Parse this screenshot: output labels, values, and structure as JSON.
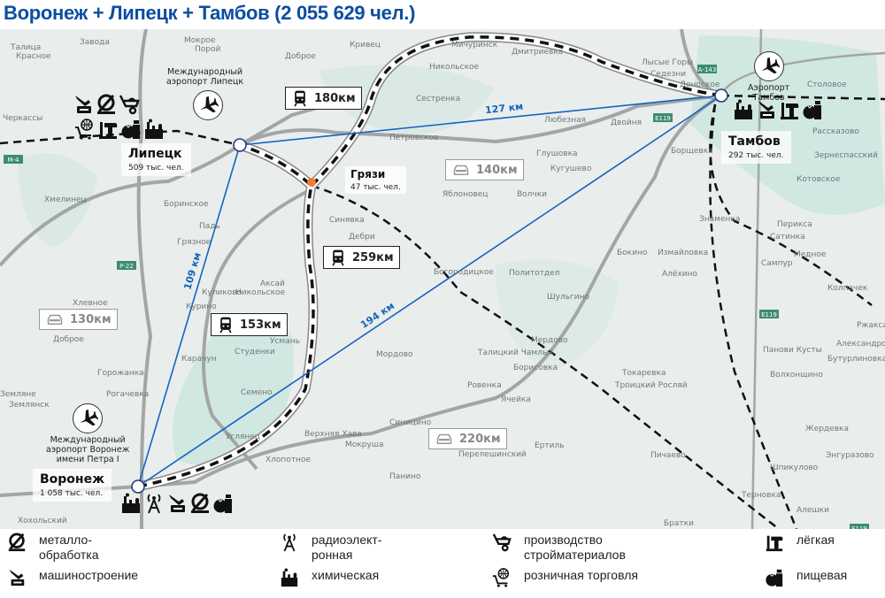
{
  "title": "Воронеж + Липецк + Тамбов (2 055 629 чел.)",
  "colors": {
    "title": "#0b4ea2",
    "direct_line": "#1565c0",
    "road": "#a3a6a6",
    "rail": "#111111",
    "gryazi_marker": "#ef7d32",
    "map_bg": "#e9eeec",
    "water": "#c9e4df"
  },
  "cities": [
    {
      "name": "Липецк",
      "population": "509 тыс. чел."
    },
    {
      "name": "Тамбов",
      "population": "292 тыс. чел."
    },
    {
      "name": "Воронеж",
      "population": "1 058 тыс. чел."
    },
    {
      "name": "Грязи",
      "population": "47 тыс. чел."
    }
  ],
  "airports": [
    {
      "label_1": "Международный",
      "label_2": "аэропорт Липецк"
    },
    {
      "label_1": "Аэропорт",
      "label_2": "Тамбов"
    },
    {
      "label_1": "Международный",
      "label_2": "аэропорт Воронеж",
      "label_3": "имени Петра I"
    }
  ],
  "distances": {
    "rail_lipetsk_tambov": "180км",
    "rail_voronezh_tambov": "259км",
    "rail_voronezh_lipetsk": "153км",
    "car_lipetsk_tambov": "140км",
    "car_voronezh_lipetsk": "130км",
    "car_voronezh_tambov": "220км",
    "direct_lipetsk_tambov": "127 км",
    "direct_voronezh_lipetsk": "109 км",
    "direct_voronezh_tambov": "194 км"
  },
  "towns": [
    "Талица",
    "Завода",
    "Мокрое",
    "Порой",
    "Красное",
    "Доброе",
    "Кривец",
    "Сестренка",
    "Черкассы",
    "Петровское",
    "Мичуринск",
    "Дмитриевка",
    "Никольское",
    "Лысые Горы",
    "Седезни",
    "Доноское",
    "Столовое",
    "Любезная",
    "Двойня",
    "Глушовка",
    "Кугушево",
    "Яблоновец",
    "Волчки",
    "Борщевка",
    "Рассказово",
    "Зернеспасский",
    "Котовское",
    "Хмелинец",
    "Боринское",
    "Синявка",
    "Падь",
    "Грязное",
    "Дебри",
    "Богородицкое",
    "Политотдел",
    "Перикса",
    "Сатинка",
    "Знаменка",
    "Медное",
    "Бокино",
    "Измайловка",
    "Алёхино",
    "Сампур",
    "Куликово",
    "Курино",
    "Никольское",
    "Аксай",
    "Хлевное",
    "Доброе",
    "Шульгино",
    "Колпачек",
    "Усмань",
    "Студенки",
    "Карачун",
    "Горожанка",
    "Ржакса",
    "Мердово",
    "Талицкий Чамлык",
    "Борисовка",
    "Панови Кусты",
    "Волхонщино",
    "Токаревка",
    "Троицкий Росляй",
    "Мордово",
    "Ровенка",
    "Верхняя Хава",
    "Мокруша",
    "Синицино",
    "Жердевка",
    "Энгуразово",
    "Ячейка",
    "Ертиль",
    "Пичаево",
    "Углянец",
    "Хлопотное",
    "Перелешинский",
    "Панино",
    "Шпикулово",
    "Терновка",
    "Земляне",
    "Хохольский",
    "Семено",
    "Бутурлиновка",
    "Александро",
    "Братки",
    "Алешки",
    "Землянск",
    "Рогачевка"
  ],
  "road_badges": [
    "М-4",
    "Р-22",
    "А-143",
    "Е119",
    "Е119",
    "Е119"
  ],
  "legend": [
    {
      "icon": "metalworking-icon",
      "label": "металло-\nобработка"
    },
    {
      "icon": "machine-building-icon",
      "label": "машиностроение"
    },
    {
      "icon": "radio-electronics-icon",
      "label": "радиоэлект-\nронная"
    },
    {
      "icon": "chemical-icon",
      "label": "химическая"
    },
    {
      "icon": "building-materials-icon",
      "label": "производство\nстройматериалов"
    },
    {
      "icon": "retail-icon",
      "label": "розничная торговля"
    },
    {
      "icon": "light-industry-icon",
      "label": "лёгкая"
    },
    {
      "icon": "food-icon",
      "label": "пищевая"
    }
  ]
}
